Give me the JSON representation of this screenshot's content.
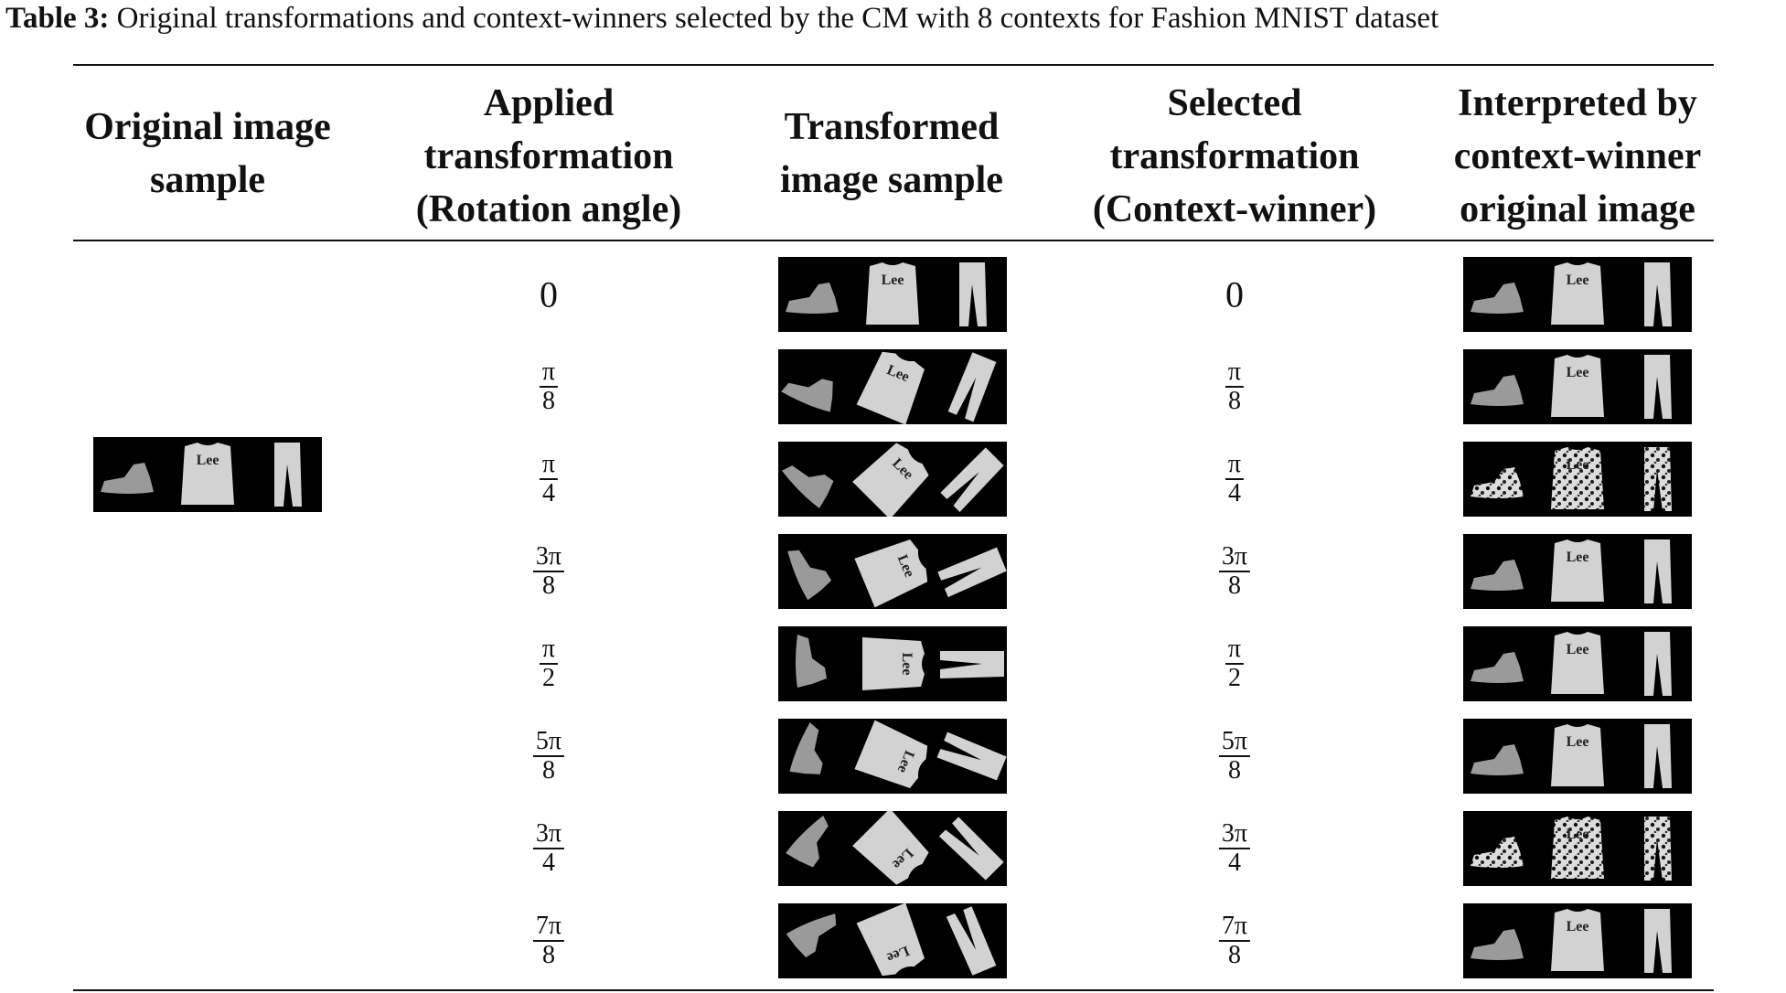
{
  "caption": {
    "label": "Table 3:",
    "text": "Original transformations and context-winners selected by the CM with 8 contexts for Fashion MNIST dataset"
  },
  "headers": [
    [
      "Original image",
      "sample"
    ],
    [
      "Applied",
      "transformation",
      "(Rotation angle)"
    ],
    [
      "Transformed",
      "image sample"
    ],
    [
      "Selected",
      "transformation",
      "(Context-winner)"
    ],
    [
      "Interpreted by",
      "context-winner",
      "original image"
    ]
  ],
  "rows": [
    {
      "applied": {
        "zero": "0"
      },
      "selected": {
        "zero": "0"
      },
      "rotation_rad": 0,
      "interp_noisy": false
    },
    {
      "applied": {
        "num": "π",
        "den": "8"
      },
      "selected": {
        "num": "π",
        "den": "8"
      },
      "rotation_rad": 0.3927,
      "interp_noisy": false
    },
    {
      "applied": {
        "num": "π",
        "den": "4"
      },
      "selected": {
        "num": "π",
        "den": "4"
      },
      "rotation_rad": 0.7854,
      "interp_noisy": true
    },
    {
      "applied": {
        "num": "3π",
        "den": "8"
      },
      "selected": {
        "num": "3π",
        "den": "8"
      },
      "rotation_rad": 1.1781,
      "interp_noisy": false
    },
    {
      "applied": {
        "num": "π",
        "den": "2"
      },
      "selected": {
        "num": "π",
        "den": "2"
      },
      "rotation_rad": 1.5708,
      "interp_noisy": false
    },
    {
      "applied": {
        "num": "5π",
        "den": "8"
      },
      "selected": {
        "num": "5π",
        "den": "8"
      },
      "rotation_rad": 1.9635,
      "interp_noisy": false
    },
    {
      "applied": {
        "num": "3π",
        "den": "4"
      },
      "selected": {
        "num": "3π",
        "den": "4"
      },
      "rotation_rad": 2.3562,
      "interp_noisy": true
    },
    {
      "applied": {
        "num": "7π",
        "den": "8"
      },
      "selected": {
        "num": "7π",
        "den": "8"
      },
      "rotation_rad": 2.7489,
      "interp_noisy": false
    }
  ],
  "images": {
    "strip_content": [
      "shoe",
      "sweater",
      "trousers"
    ],
    "sweater_text": "Lee"
  }
}
